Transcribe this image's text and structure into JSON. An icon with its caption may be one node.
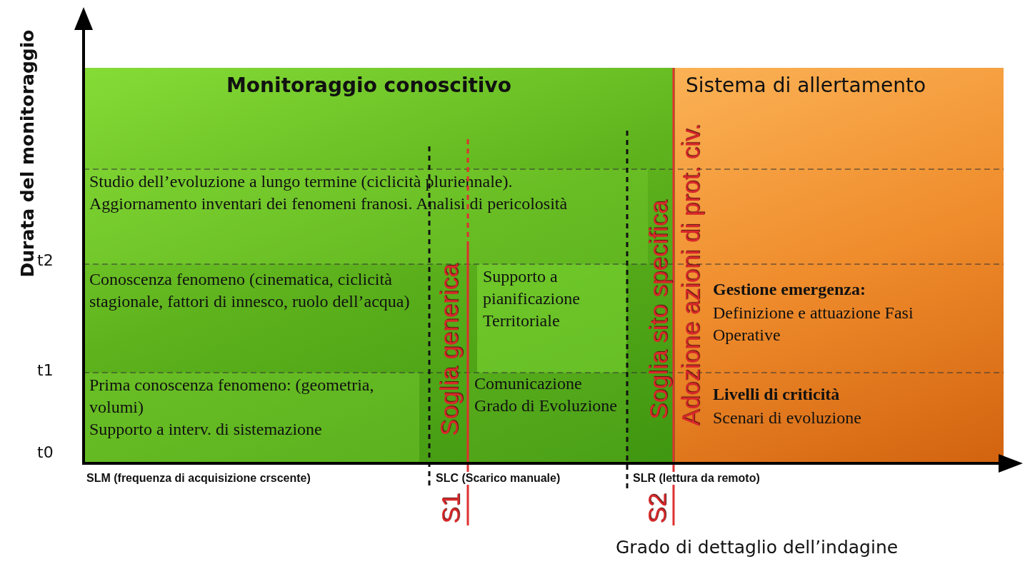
{
  "diagram": {
    "nodes": [
      {
        "text": [
          "Monitoraggio conoscitivo"
        ]
      },
      {
        "text": [
          "Sistema di allertamento"
        ]
      },
      {
        "text": [
          "Studio dell’evoluzione a lungo termine (ciclicità pluriennale).",
          "Aggiornamento inventari dei fenomeni franosi.  Analisi di pericolosità"
        ],
        "in": 0
      },
      {
        "text": [
          "Conoscenza fenomeno (cinematica, ciclicità stagionale, fattori di innesco, ruolo dell’acqua)"
        ],
        "in": 0
      },
      {
        "text": [
          "Supporto a pianificazione Territoriale"
        ],
        "in": 0
      },
      {
        "text": [
          "Prima conoscenza fenomeno: (geometria, volumi)",
          "Supporto a interv. di sistemazione"
        ],
        "in": 0
      },
      {
        "text": [
          "Comunicazione Grado di Evoluzione"
        ],
        "in": 0
      },
      {
        "text": [
          "Gestione emergenza:",
          "Definizione e attuazione Fasi Operative"
        ],
        "in": 1
      },
      {
        "text": [
          "Livelli di criticità",
          "Scenari di evoluzione"
        ],
        "in": 1
      }
    ],
    "labels": [
      "Durata del monitoraggio",
      "t2",
      "t1",
      "t0",
      "Soglia generica",
      "Soglia sito specifica",
      "Adozione azioni di prot. civ.",
      "SLM (frequenza di acquisizione crscente)",
      "SLC (Scarico manuale)",
      "SLR (lettura da remoto)",
      "S1",
      "S2",
      "Grado di dettaglio dell’indagine"
    ]
  }
}
